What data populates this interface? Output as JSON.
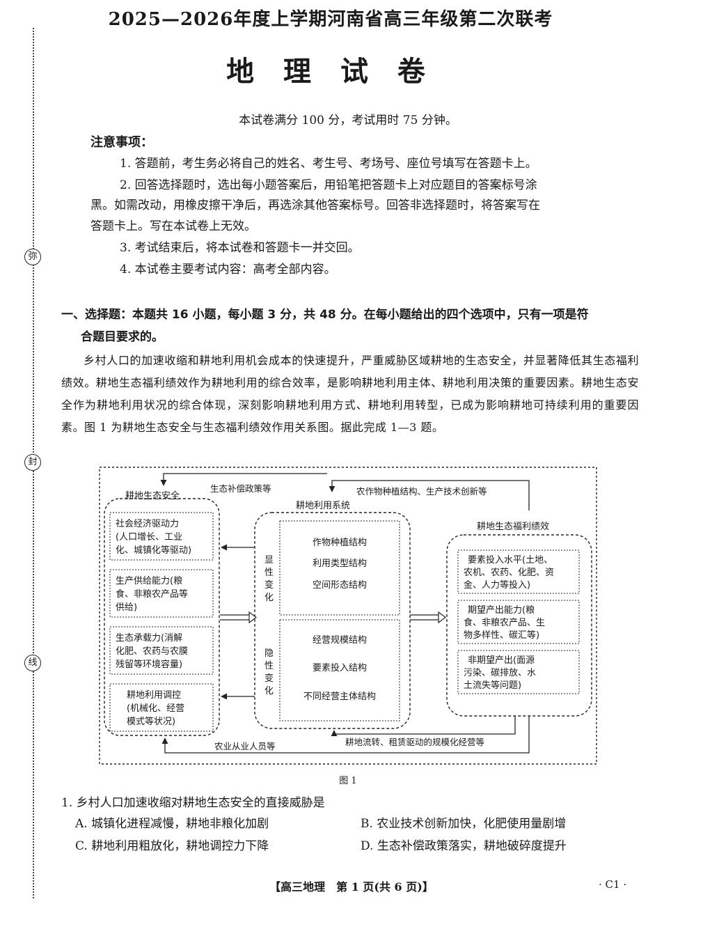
{
  "margin": {
    "seals": [
      "弥",
      "封",
      "线"
    ]
  },
  "header": {
    "exam_line": "2025—2026年度上学期河南省高三年级第二次联考",
    "title": "地 理 试 卷"
  },
  "info": "本试卷满分 100 分，考试用时 75 分钟。",
  "notes": {
    "title": "注意事项：",
    "items": [
      "1. 答题前，考生务必将自己的姓名、考生号、考场号、座位号填写在答题卡上。",
      "2. 回答选择题时，选出每小题答案后，用铅笔把答题卡上对应题目的答案标号涂",
      "黑。如需改动，用橡皮擦干净后，再选涂其他答案标号。回答非选择题时，将答案写在",
      "答题卡上。写在本试卷上无效。",
      "3. 考试结束后，将本试卷和答题卡一并交回。",
      "4. 本试卷主要考试内容：高考全部内容。"
    ]
  },
  "section": {
    "line1": "一、选择题：本题共 16 小题，每小题 3 分，共 48 分。在每小题给出的四个选项中，只有一项是符",
    "line2": "合题目要求的。"
  },
  "passage": "乡村人口的加速收缩和耕地利用机会成本的快速提升，严重威胁区域耕地的生态安全，并显著降低其生态福利绩效。耕地生态福利绩效作为耕地利用的综合效率，是影响耕地利用主体、耕地利用决策的重要因素。耕地生态安全作为耕地利用状况的综合体现，深刻影响耕地利用方式、耕地利用转型，已成为影响耕地可持续利用的重要因素。图 1 为耕地生态安全与生态福利绩效作用关系图。据此完成 1—3 题。",
  "figure": {
    "left_title": "耕地生态安全",
    "top_policy": "生态补偿政策等",
    "top_right": "农作物种植结构、生产技术创新等",
    "center_title": "耕地利用系统",
    "right_title": "耕地生态福利绩效",
    "left_boxes": [
      [
        "社会经济驱动力",
        "(人口增长、工业",
        "化、城镇化等驱动)"
      ],
      [
        "生产供给能力(粮",
        "食、非粮农产品等",
        "供给)"
      ],
      [
        "生态承载力(消解",
        "化肥、农药与农膜",
        "残留等环境容量)"
      ],
      [
        "耕地利用调控",
        "(机械化、经营",
        "模式等状况)"
      ]
    ],
    "center_top": [
      "作物种植结构",
      "利用类型结构",
      "空间形态结构"
    ],
    "center_bottom": [
      "经营规模结构",
      "要素投入结构",
      "不同经营主体结构"
    ],
    "explicit": [
      "显",
      "性",
      "变",
      "化"
    ],
    "implicit": [
      "隐",
      "性",
      "变",
      "化"
    ],
    "right_boxes": [
      [
        "要素投入水平(土地、",
        "农机、农药、化肥、资",
        "金、人力等投入)"
      ],
      [
        "期望产出能力(粮",
        "食、非粮农产品、生",
        "物多样性、碳汇等)"
      ],
      [
        "非期望产出(面源",
        "污染、碳排放、水",
        "土流失等问题)"
      ]
    ],
    "bottom_left": "农业从业人员等",
    "bottom_right": "耕地流转、租赁驱动的规模化经营等",
    "caption": "图 1"
  },
  "question1": {
    "stem": "1. 乡村人口加速收缩对耕地生态安全的直接威胁是",
    "options": {
      "A": "A. 城镇化进程减慢，耕地非粮化加剧",
      "B": "B. 农业技术创新加快，化肥使用量剧增",
      "C": "C. 耕地利用粗放化，耕地调控力下降",
      "D": "D. 生态补偿政策落实，耕地破碎度提升"
    }
  },
  "footer": {
    "text": "【高三地理　第 1 页(共 6 页)】",
    "code": "· C1 ·"
  }
}
